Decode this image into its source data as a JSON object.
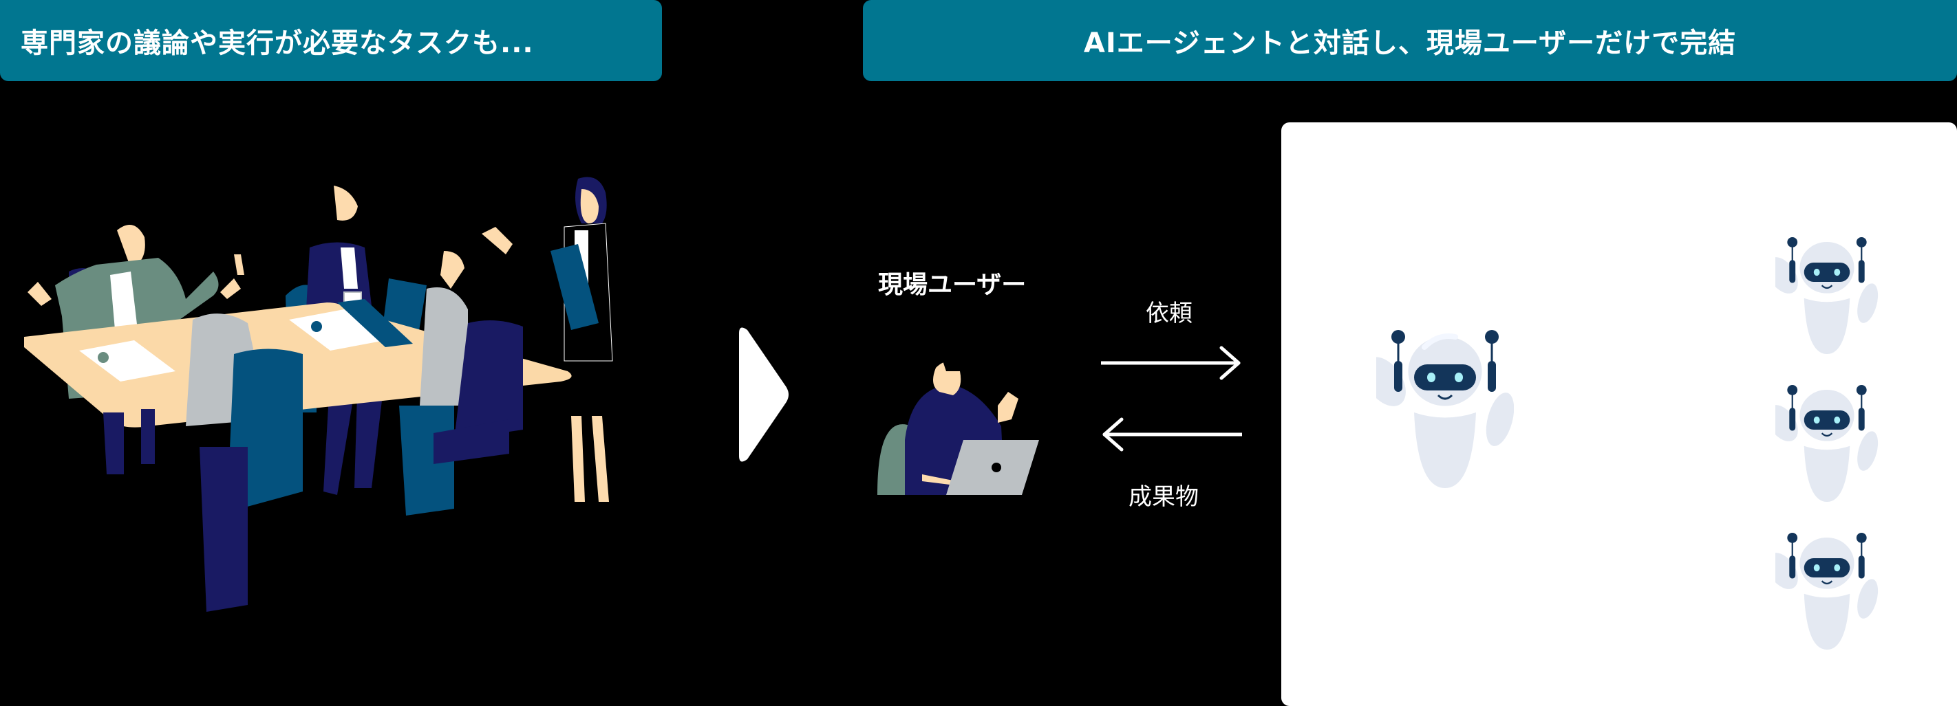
{
  "banners": {
    "left_title": "専門家の議論や実行が必要なタスクも...",
    "right_title": "AIエージェントと対話し、現場ユーザーだけで完結"
  },
  "flow": {
    "user_label": "現場ユーザー",
    "request_label": "依頼",
    "deliverable_label": "成果物"
  },
  "icons": {
    "transition": "chevron-right-icon",
    "request_arrow": "arrow-right-icon",
    "deliverable_arrow": "arrow-left-icon",
    "main_agent": "robot-icon",
    "sub_agents": [
      "robot-icon",
      "robot-icon",
      "robot-icon"
    ]
  },
  "colors": {
    "banner": "#017690",
    "background": "#000000",
    "panel": "#ffffff",
    "robot_body": "#e4e9f2",
    "robot_dark": "#13355a",
    "robot_eye": "#a8f0f8",
    "navy": "#191a63",
    "blue": "#04527e",
    "green": "#6a8d80",
    "skin": "#fddbae",
    "gray": "#bcc1c4",
    "table": "#fbd9a8"
  }
}
